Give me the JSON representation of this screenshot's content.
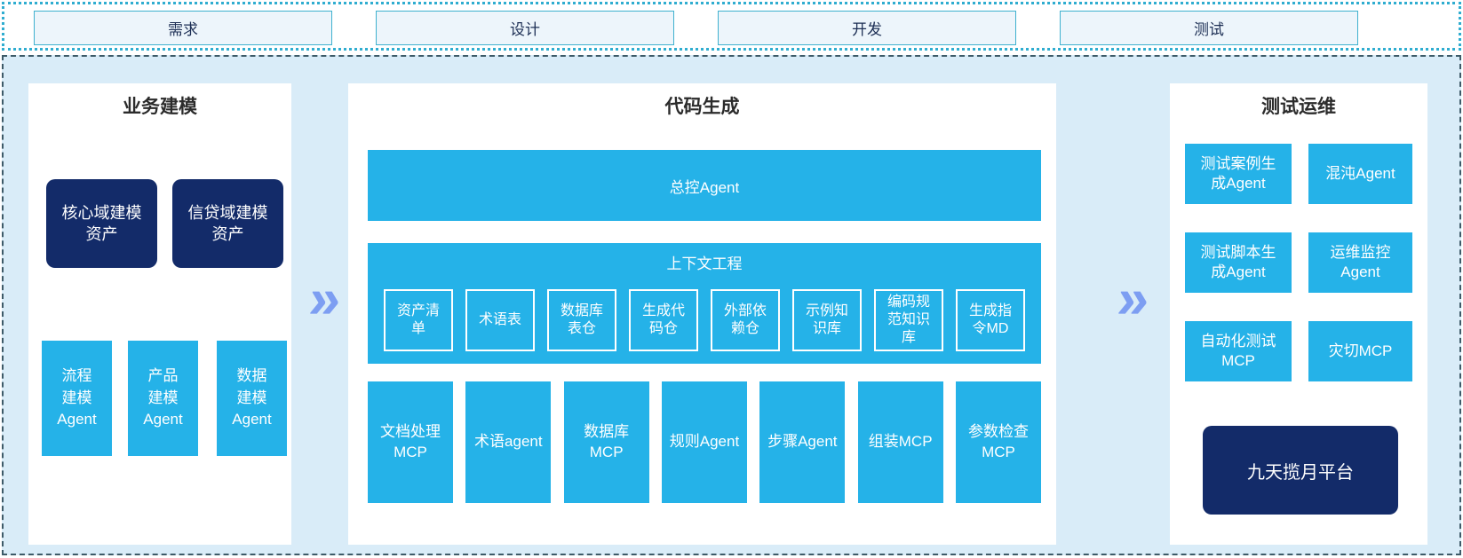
{
  "phases": [
    {
      "label": "需求"
    },
    {
      "label": "设计"
    },
    {
      "label": "开发"
    },
    {
      "label": "测试"
    }
  ],
  "arrows": {
    "glyph": "»"
  },
  "sections": {
    "business_modeling": {
      "title": "业务建模",
      "assets": [
        "核心域建模资产",
        "信贷域建模资产"
      ],
      "agents": [
        "流程建模Agent",
        "产品建模Agent",
        "数据建模Agent"
      ]
    },
    "code_generation": {
      "title": "代码生成",
      "master_agent": "总控Agent",
      "context_engineering": {
        "title": "上下文工程",
        "items": [
          "资产清单",
          "术语表",
          "数据库表仓",
          "生成代码仓",
          "外部依赖仓",
          "示例知识库",
          "编码规范知识库",
          "生成指令MD"
        ]
      },
      "tools": [
        "文档处理MCP",
        "术语agent",
        "数据库MCP",
        "规则Agent",
        "步骤Agent",
        "组装MCP",
        "参数检查MCP"
      ]
    },
    "test_ops": {
      "title": "测试运维",
      "agents": [
        "测试案例生成Agent",
        "混沌Agent",
        "测试脚本生成Agent",
        "运维监控Agent",
        "自动化测试MCP",
        "灾切MCP"
      ],
      "platform": "九天揽月平台"
    }
  },
  "colors": {
    "cyan": "#25b2e8",
    "navy": "#132b69",
    "arrow": "#7d9ef2",
    "main_bg": "#d9ecf8",
    "dotted_border": "#2fadd0",
    "dashed_border": "#3d5a68"
  }
}
